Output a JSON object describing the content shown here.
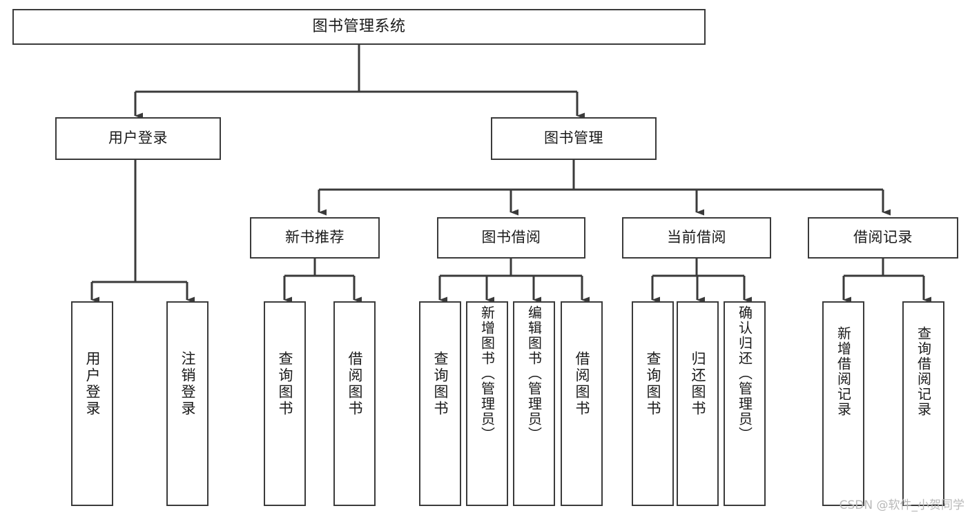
{
  "diagram": {
    "title": "图书管理系统",
    "type": "tree-hierarchy",
    "root": {
      "id": "root",
      "label": "图书管理系统"
    },
    "level1": [
      {
        "id": "user-login",
        "label": "用户登录"
      },
      {
        "id": "book-manage",
        "label": "图书管理"
      }
    ],
    "level2": [
      {
        "id": "new-book-rec",
        "label": "新书推荐",
        "parent": "book-manage"
      },
      {
        "id": "book-borrow",
        "label": "图书借阅",
        "parent": "book-manage"
      },
      {
        "id": "current-borrow",
        "label": "当前借阅",
        "parent": "book-manage"
      },
      {
        "id": "borrow-record",
        "label": "借阅记录",
        "parent": "book-manage"
      }
    ],
    "leaves": [
      {
        "id": "leaf-user-login",
        "label": "用户登录",
        "parent": "user-login"
      },
      {
        "id": "leaf-user-logout",
        "label": "注销登录",
        "parent": "user-login"
      },
      {
        "id": "leaf-query-book-1",
        "label": "查询图书",
        "parent": "new-book-rec"
      },
      {
        "id": "leaf-borrow-book-1",
        "label": "借阅图书",
        "parent": "new-book-rec"
      },
      {
        "id": "leaf-query-book-2",
        "label": "查询图书",
        "parent": "book-borrow"
      },
      {
        "id": "leaf-add-book",
        "label": "新增图书（管理员）",
        "parent": "book-borrow"
      },
      {
        "id": "leaf-edit-book",
        "label": "编辑图书（管理员）",
        "parent": "book-borrow"
      },
      {
        "id": "leaf-borrow-book-2",
        "label": "借阅图书",
        "parent": "book-borrow"
      },
      {
        "id": "leaf-query-book-3",
        "label": "查询图书",
        "parent": "current-borrow"
      },
      {
        "id": "leaf-return-book",
        "label": "归还图书",
        "parent": "current-borrow"
      },
      {
        "id": "leaf-confirm-return",
        "label": "确认归还（管理员）",
        "parent": "current-borrow"
      },
      {
        "id": "leaf-add-record",
        "label": "新增借阅记录",
        "parent": "borrow-record"
      },
      {
        "id": "leaf-query-record",
        "label": "查询借阅记录",
        "parent": "borrow-record"
      }
    ]
  },
  "watermark": {
    "text": "CSDN @软件_小贺同学"
  },
  "colors": {
    "stroke": "#3a3a3a",
    "fill": "#ffffff",
    "text": "#1a1a1a",
    "watermark": "#b9b9b9"
  }
}
